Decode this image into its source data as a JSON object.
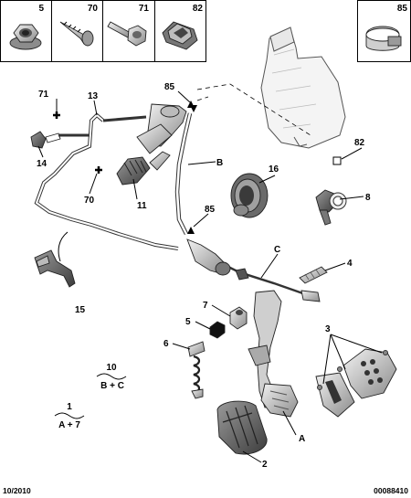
{
  "parts_header": {
    "boxes": [
      {
        "number": "5",
        "icon": "flange-nut-icon"
      },
      {
        "number": "70",
        "icon": "screw-icon"
      },
      {
        "number": "71",
        "icon": "bolt-icon"
      },
      {
        "number": "82",
        "icon": "clip-icon"
      }
    ],
    "separate_box": {
      "number": "85",
      "icon": "hose-clip-icon"
    }
  },
  "callouts": {
    "c71": "71",
    "c13": "13",
    "c85a": "85",
    "c14": "14",
    "c70": "70",
    "c11": "11",
    "cB": "B",
    "c16": "16",
    "c85b": "85",
    "c82": "82",
    "c8": "8",
    "cC": "C",
    "c4": "4",
    "c15": "15",
    "c7": "7",
    "c5": "5",
    "c6": "6",
    "c3": "3",
    "cA": "A",
    "c2": "2"
  },
  "assemblies": [
    {
      "number": "10",
      "contents": "B + C"
    },
    {
      "number": "1",
      "contents": "A + 7"
    }
  ],
  "footer": {
    "date": "10/2010",
    "reference": "00088410"
  },
  "colors": {
    "line": "#000000",
    "part_fill": "#d9d9d9",
    "part_dark": "#6e6e6e",
    "reservoir_fill": "#f4f4f4"
  }
}
